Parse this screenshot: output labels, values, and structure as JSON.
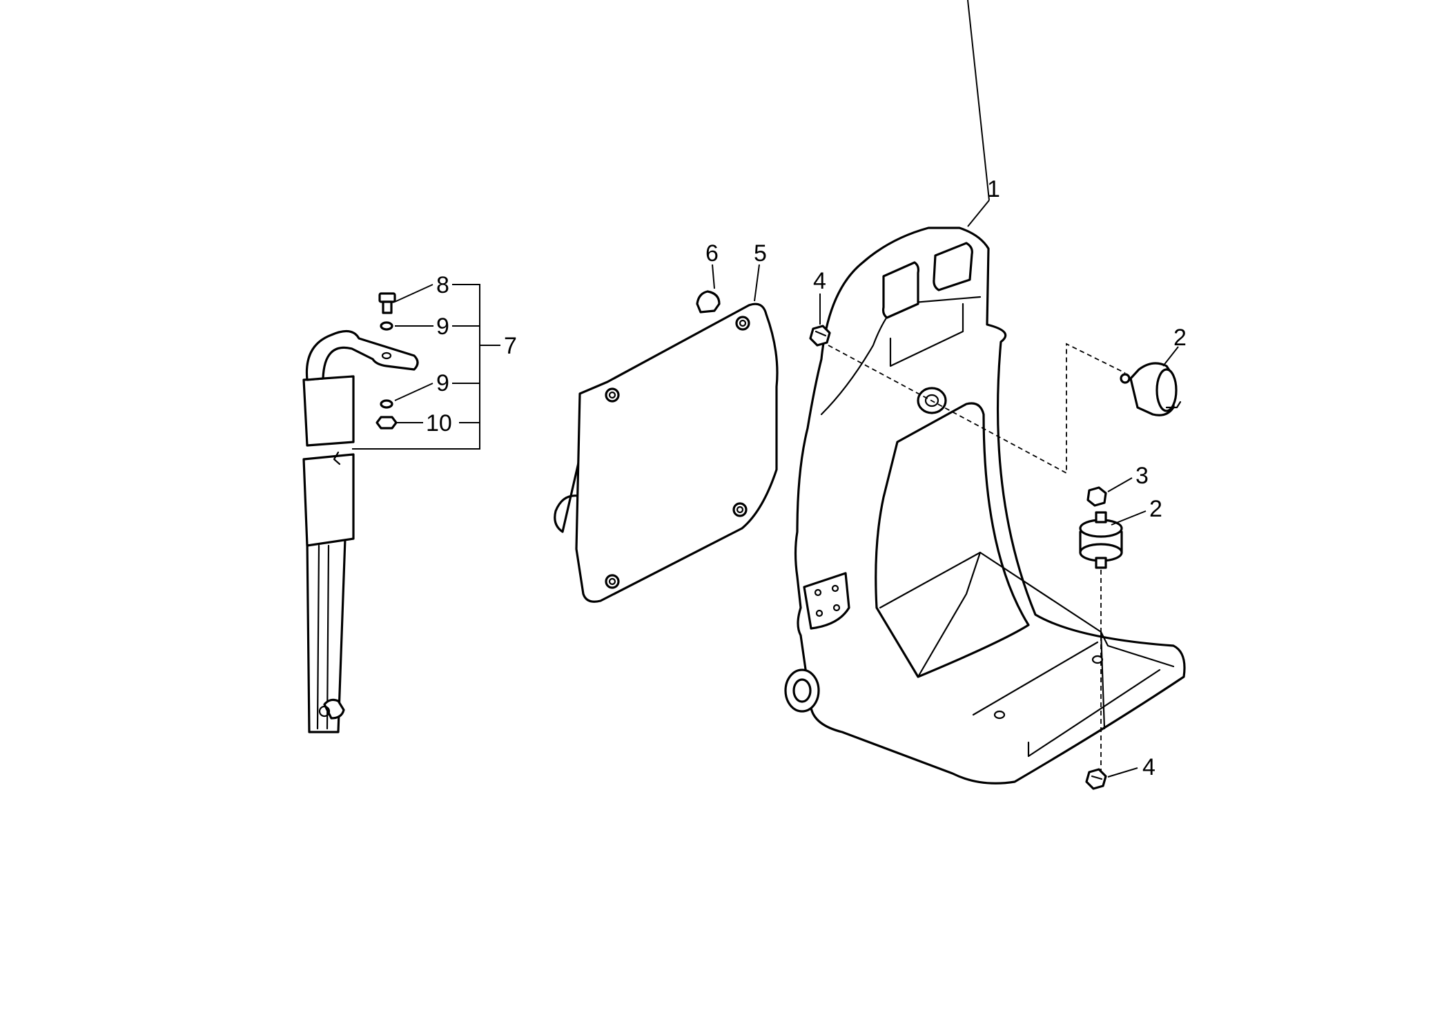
{
  "diagram": {
    "callouts": {
      "c1": "1",
      "c2a": "2",
      "c2b": "2",
      "c3": "3",
      "c4a": "4",
      "c4b": "4",
      "c5": "5",
      "c6": "6",
      "c7": "7",
      "c8": "8",
      "c9a": "9",
      "c9b": "9",
      "c10": "10"
    },
    "colors": {
      "line": "#000000",
      "background": "#ffffff"
    }
  }
}
